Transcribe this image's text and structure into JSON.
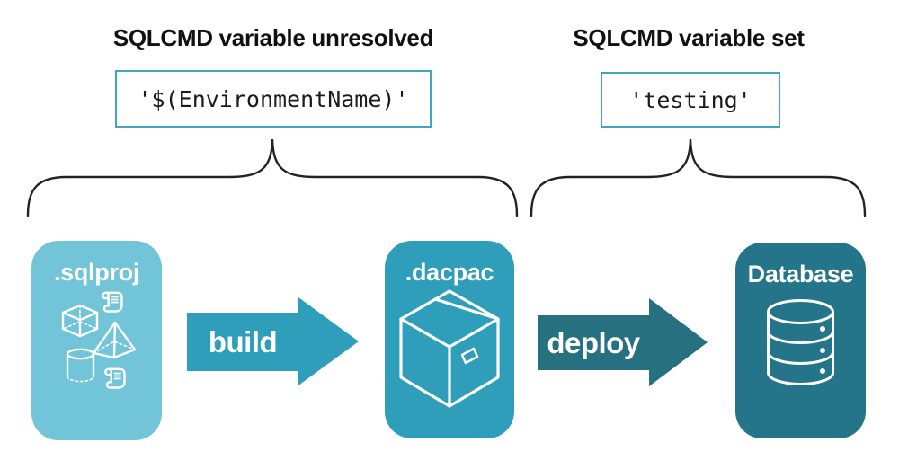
{
  "groups": [
    {
      "heading": "SQLCMD variable unresolved",
      "code": "'$(EnvironmentName)'"
    },
    {
      "heading": "SQLCMD variable set",
      "code": "'testing'"
    }
  ],
  "nodes": [
    {
      "label": ".sqlproj",
      "icon": "sql-project-objects-icon",
      "color": "#72C5D8"
    },
    {
      "label": ".dacpac",
      "icon": "package-box-icon",
      "color": "#2E9EBB"
    },
    {
      "label": "Database",
      "icon": "database-cylinder-icon",
      "color": "#24748A"
    }
  ],
  "arrows": [
    {
      "label": "build",
      "color": "#2E9EBB"
    },
    {
      "label": "deploy",
      "color": "#27707F"
    }
  ],
  "colors": {
    "background": "#FFFFFF",
    "code_box_border": "#3FA7C2",
    "heading_text": "#111111",
    "code_text": "#1A1A1A",
    "brace_stroke": "#222222",
    "icon_stroke": "#FFFFFF",
    "label_text": "#FFFFFF"
  }
}
